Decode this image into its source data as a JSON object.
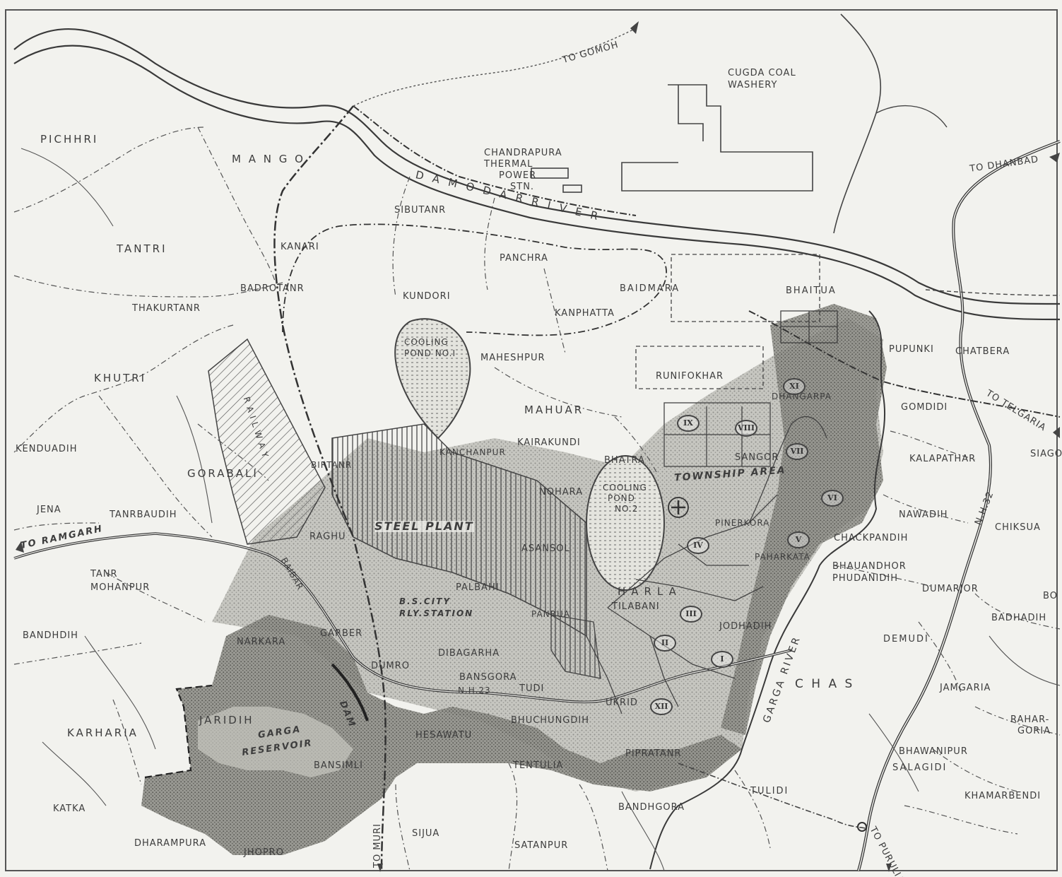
{
  "map": {
    "direction_labels": {
      "to_gomoh": "TO GOMOH",
      "to_dhanbad": "TO DHANBAD",
      "to_ramgarh": "TO RAMGARH",
      "to_telgaria": "TO TELGARIA",
      "to_muri": "TO MURI",
      "to_purulia": "TO PURULIA"
    },
    "features": {
      "cugda_coal_washery_1": "CUGDA COAL",
      "cugda_coal_washery_2": "WASHERY",
      "thermal_1": "CHANDRAPURA",
      "thermal_2": "THERMAL",
      "thermal_3": "POWER",
      "thermal_4": "STN.",
      "cooling_pond_1a": "COOLING",
      "cooling_pond_1b": "POND NO.I",
      "cooling_pond_2a": "COOLING",
      "cooling_pond_2b": "POND",
      "cooling_pond_2c": "NO.2",
      "steel_plant": "STEEL PLANT",
      "township_area": "TOWNSHIP AREA",
      "bs_city_1": "B.S.CITY",
      "bs_city_2": "RLY.STATION",
      "garga_reservoir_1": "GARGA",
      "garga_reservoir_2": "RESERVOIR",
      "damodar_river": "D A M O D A R   R I V E R",
      "garga_river": "GARGA RIVER",
      "nh32": "N.H.32",
      "nh23": "N.H.23",
      "dam": "DAM",
      "chas": "C H A S",
      "railway": "R A I L W A Y"
    },
    "sectors": [
      "I",
      "II",
      "III",
      "IV",
      "V",
      "VI",
      "VII",
      "VIII",
      "IX",
      "XI",
      "XII"
    ],
    "villages": {
      "pichhri": "PICHHRI",
      "mango": "M A N G O",
      "tantri": "TANTRI",
      "thakurtanr": "THAKURTANR",
      "khutri": "KHUTRI",
      "kenduadih": "KENDUADIH",
      "gorabali": "GORABALI",
      "jena": "JENA",
      "tanrbaudih": "TANRBAUDIH",
      "tanr": "TANR",
      "mohanpur": "MOHANPUR",
      "bandhdih": "BANDHDIH",
      "karharia": "KARHARIA",
      "katka": "KATKA",
      "dharampura": "DHARAMPURA",
      "jhopro": "JHOPRO",
      "jaridih": "JARIDIH",
      "sibutanr": "SIBUTANR",
      "kanari": "KANARI",
      "badrotanr": "BADROTANR",
      "kundori": "KUNDORI",
      "panchra": "PANCHRA",
      "baidmara": "BAIDMARA",
      "bhaitua": "BHAITUA",
      "kanphatta": "KANPHATTA",
      "maheshpur": "MAHESHPUR",
      "rukni_fokhar": "RUNIFOKHAR",
      "mahuar": "MAHUAR",
      "kairakundi": "KAIRAKUNDI",
      "kanchanpur": "KANCHANPUR",
      "birtanr": "BIRTANR",
      "bhatra": "BHATRA",
      "nohara": "NOHARA",
      "asansol": "ASANSOL",
      "palbahi": "PALBAHI",
      "panrua": "PANRUA",
      "raghu": "RAGHU",
      "baibar": "BAIBAR",
      "narkara": "NARKARA",
      "garber": "GARBER",
      "dumro": "DUMRO",
      "dibagarha": "DIBAGARHA",
      "bansgora": "BANSGORA",
      "tudi": "TUDI",
      "hesawatu": "HESAWATU",
      "bhuchungdih": "BHUCHUNGDIH",
      "bansimli": "BANSIMLI",
      "tentulia": "TENTULIA",
      "ukrid": "UKRID",
      "piparatanr": "PIPRATANR",
      "tulidi": "TULIDI",
      "bandhgora": "BANDHGORA",
      "sijua": "SIJUA",
      "satanpur": "SATANPUR",
      "pupunki": "PUPUNKI",
      "chatbera": "CHATBERA",
      "dhangarpa": "DHANGARPA",
      "gomdidi": "GOMDIDI",
      "kalapathar": "KALAPATHAR",
      "siagora": "SIAGO",
      "nawadih": "NAWADIH",
      "chiksua": "CHIKSUA",
      "chackpandih": "CHACKPANDIH",
      "bhauandhor": "BHAUANDHOR",
      "phudanidih": "PHUDANIDIH",
      "dumarjor": "DUMARJOR",
      "bo": "BO",
      "badhadih": "BADHADIH",
      "demudi": "DEMUDI",
      "jamgaria": "JAMGARIA",
      "rahargoria_1": "RAHAR-",
      "rahargoria_2": "GORIA",
      "bhawanipur": "BHAWANIPUR",
      "salagidi": "SALAGIDI",
      "khamarbendi": "KHAMARBENDI",
      "pinderkora": "PINERKORA",
      "paharkata": "PAHARKATA",
      "harla": "HARLA",
      "tilabani": "TILABANI",
      "jodhadih": "JODHADIH",
      "sangor": "SANGOR"
    },
    "colors": {
      "paper": "#f2f2ee",
      "ink": "#3d3d3d",
      "shade_dark": "#9a9a94",
      "shade_light": "#c9c9c3",
      "water": "#dcdcd6"
    }
  }
}
